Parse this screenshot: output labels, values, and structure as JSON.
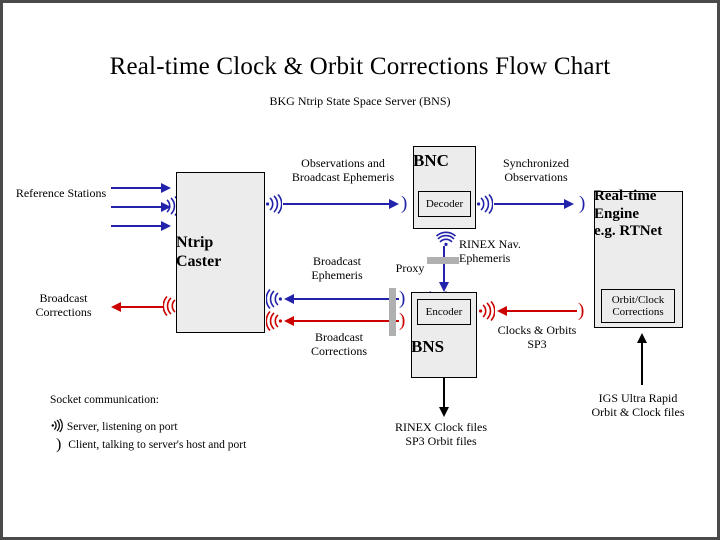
{
  "page": {
    "title": "Real-time Clock & Orbit Corrections Flow Chart",
    "subtitle": "BKG Ntrip State Space Server  (BNS)"
  },
  "colors": {
    "blue": "#2222AA",
    "red": "#CC0000",
    "black": "#000000",
    "box_fill": "#ECECEC",
    "proxy_gray": "#B0B0B0",
    "border": "#4A4A4A"
  },
  "boxes": {
    "caster": {
      "label": "Ntrip\nCaster"
    },
    "bnc": {
      "label": "BNC",
      "inner": "Decoder"
    },
    "bns": {
      "label": "BNS",
      "inner": "Encoder"
    },
    "rte": {
      "label": "Real-time\nEngine\ne.g. RTNet",
      "inner": "Orbit/Clock\nCorrections"
    }
  },
  "labels": {
    "reference_stations": "Reference\nStations",
    "broadcast_corrections_left": "Broadcast\nCorrections",
    "observations_and_broadcast_ephemeris": "Observations and\nBroadcast Ephemeris",
    "synchronized_observations": "Synchronized\nObservations",
    "broadcast_ephemeris": "Broadcast\nEphemeris",
    "broadcast_corrections_mid": "Broadcast\nCorrections",
    "proxy": "Proxy",
    "rinex_nav_ephemeris": "RINEX Nav.\nEphemeris",
    "clocks_and_orbits_sp3": "Clocks & Orbits\nSP3",
    "rinex_clock_files": "RINEX Clock files\nSP3 Orbit files",
    "igs_ultra_rapid": "IGS Ultra Rapid\nOrbit & Clock files"
  },
  "legend": {
    "title": "Socket communication:",
    "server": "Server, listening on port",
    "client": "Client, talking to server's host and port",
    "server_icon": "socket-server-waves-icon",
    "client_icon": "socket-client-paren-icon"
  }
}
